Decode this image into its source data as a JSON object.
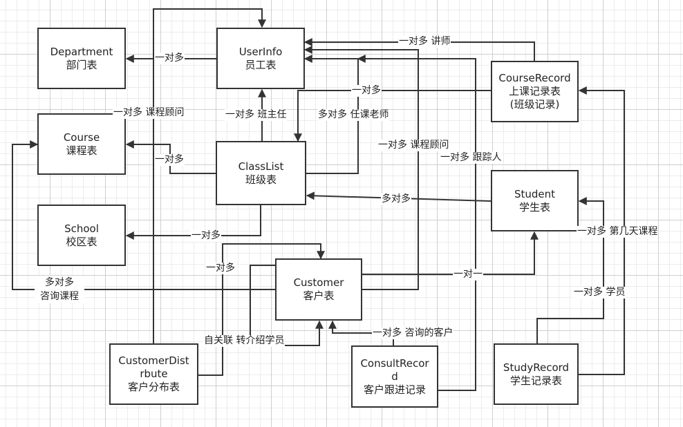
{
  "entities": {
    "department": {
      "name": "Department",
      "cn": "部门表"
    },
    "userinfo": {
      "name": "UserInfo",
      "cn": "员工表"
    },
    "courserecord": {
      "name": "CourseRecord",
      "cn": "上课记录表",
      "note": "(班级记录)"
    },
    "course": {
      "name": "Course",
      "cn": "课程表"
    },
    "classlist": {
      "name": "ClassList",
      "cn": "班级表"
    },
    "student": {
      "name": "Student",
      "cn": "学生表"
    },
    "school": {
      "name": "School",
      "cn": "校区表"
    },
    "customer": {
      "name": "Customer",
      "cn": "客户表"
    },
    "customerdistrbute": {
      "name": "CustomerDistrbute",
      "cn": "客户分布表"
    },
    "consultrecord": {
      "name": "ConsultRecord",
      "cn": "客户跟进记录"
    },
    "studyrecord": {
      "name": "StudyRecord",
      "cn": "学生记录表"
    }
  },
  "relations": {
    "dept_user": "一对多",
    "user_lecturer": "一对多 讲师",
    "record_class": "一对多",
    "course_consultant_left": "一对多 课程顾问",
    "class_headteacher": "一对多 班主任",
    "class_teachers": "多对多 任课老师",
    "course_class": "一对多",
    "customer_consultant": "一对多 课程顾问",
    "customer_tracker": "一对多 跟踪人",
    "student_class": "多对多",
    "school_class": "一对多",
    "studyrecord_courserecord": "一对多 第几天课程",
    "distribute_customer": "一对多",
    "customer_course_line1": "多对多",
    "customer_course_line2": "咨询课程",
    "customer_student": "一对一",
    "studyrecord_student": "一对多 学员",
    "customer_self": "自关联 转介绍学员",
    "consult_customer": "一对多 咨询的客户"
  }
}
